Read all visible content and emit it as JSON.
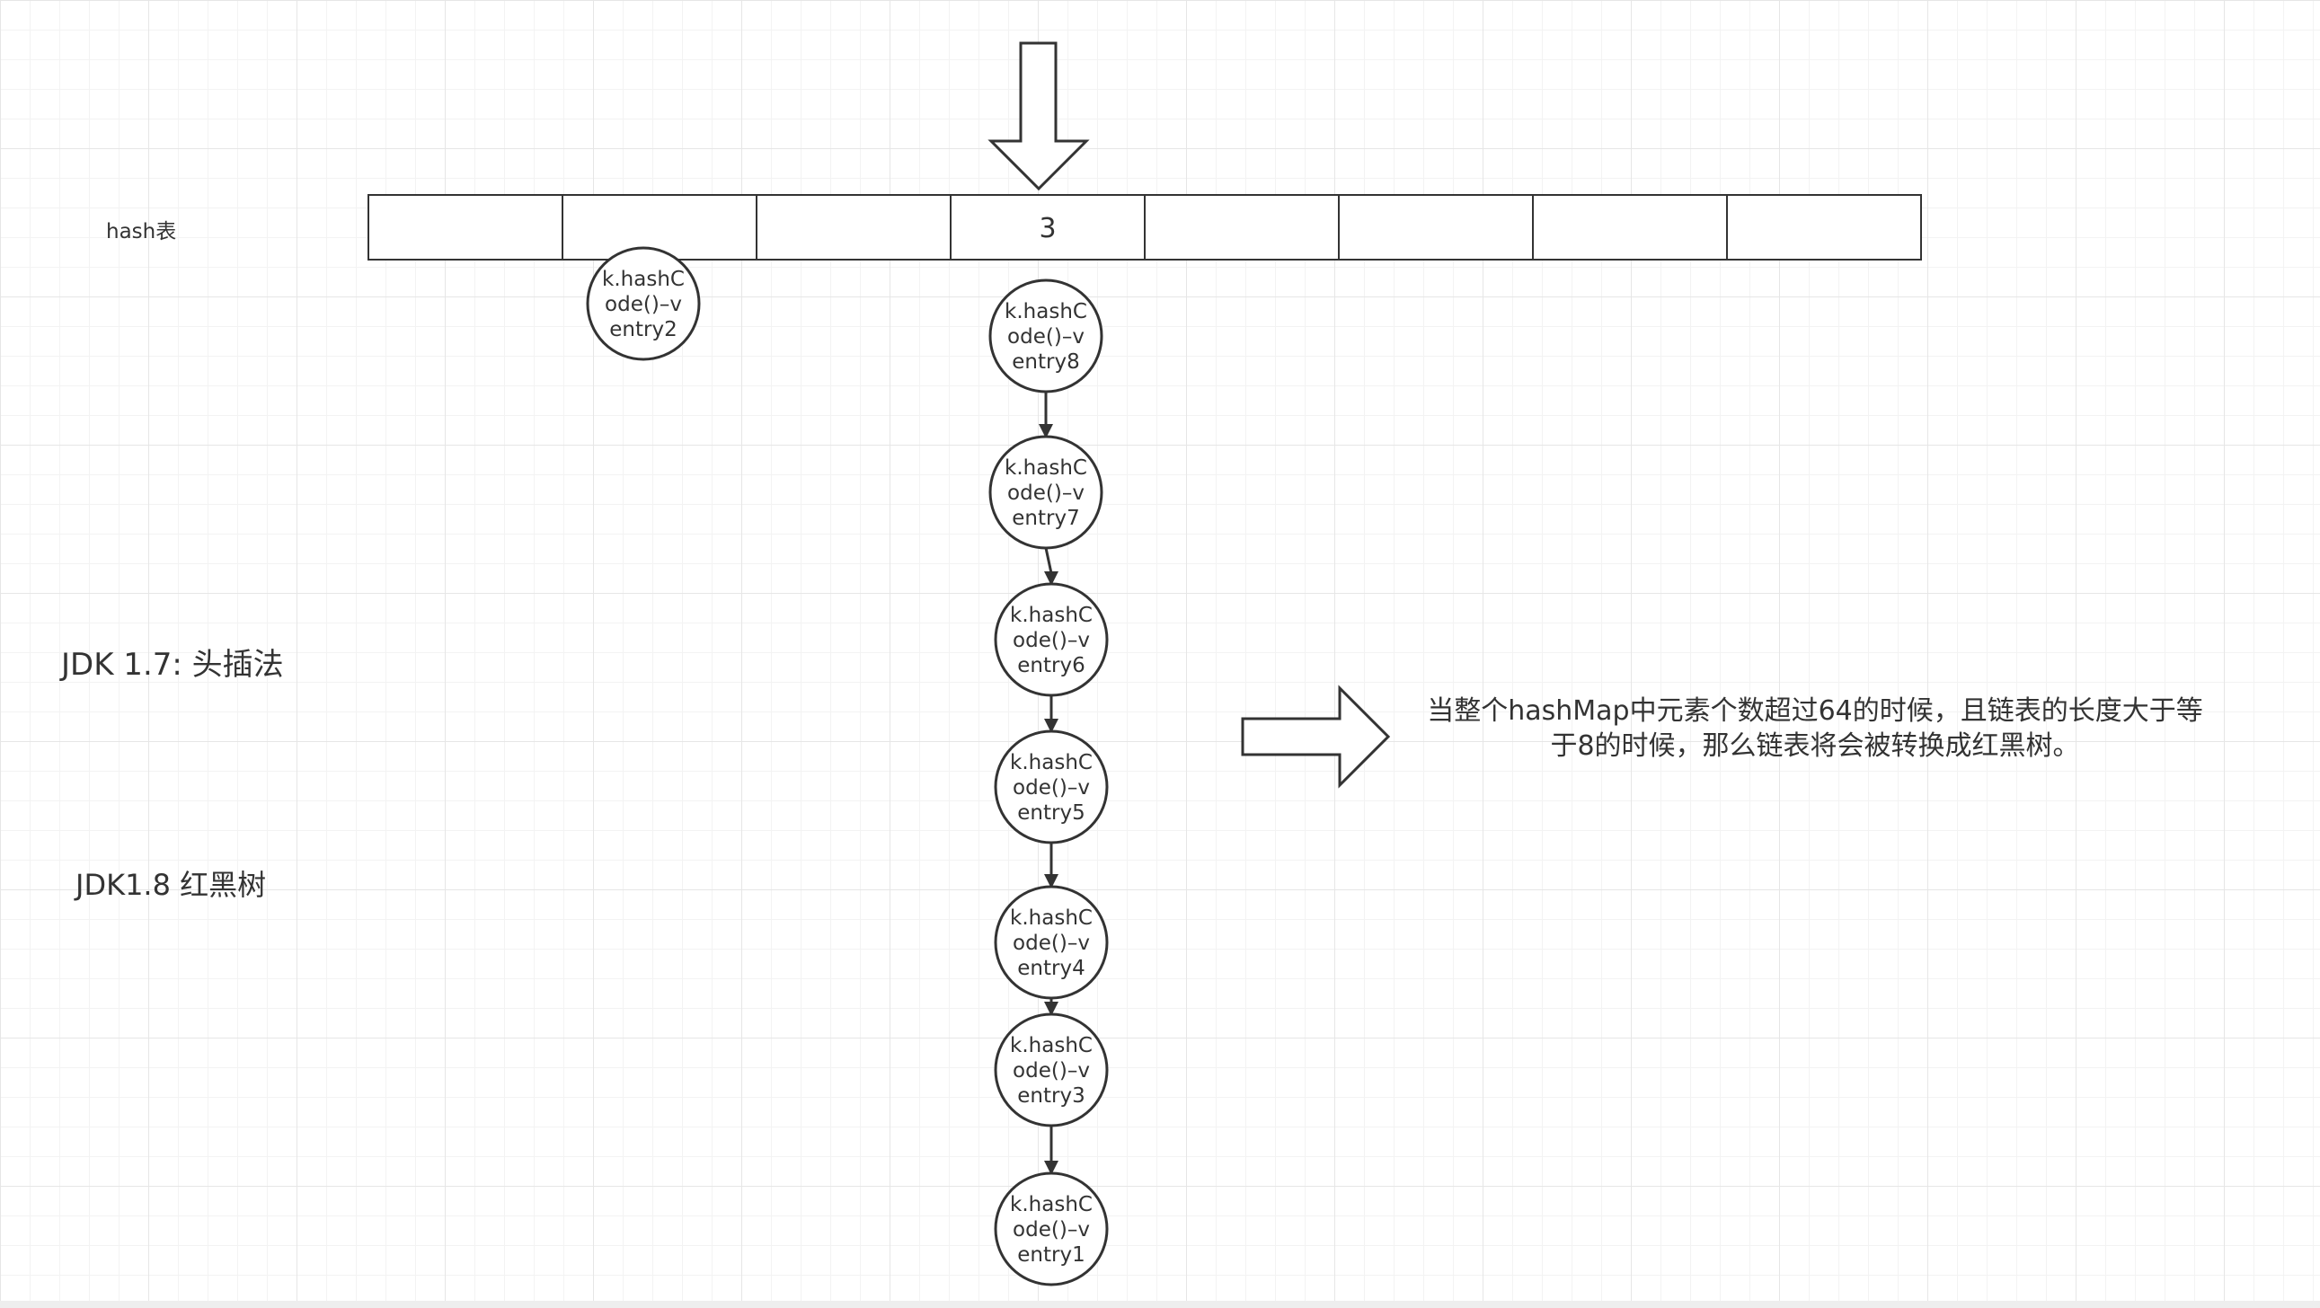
{
  "hash_table": {
    "label": "hash表",
    "slot_count": 8,
    "slots": [
      "",
      "",
      "",
      "3",
      "",
      "",
      "",
      ""
    ]
  },
  "sides": {
    "jdk17": "JDK 1.7: 头插法",
    "jdk18": "JDK1.8  红黑树"
  },
  "note": {
    "line1": "当整个hashMap中元素个数超过64的时候，且链表的长度大于等",
    "line2": "于8的时候，那么链表将会被转换成红黑树。"
  },
  "side_node": {
    "lines": [
      "k.hashC",
      "ode()–v",
      "entry2"
    ]
  },
  "chain": [
    {
      "lines": [
        "k.hashC",
        "ode()–v",
        "entry8"
      ]
    },
    {
      "lines": [
        "k.hashC",
        "ode()–v",
        "entry7"
      ]
    },
    {
      "lines": [
        "k.hashC",
        "ode()–v",
        "entry6"
      ]
    },
    {
      "lines": [
        "k.hashC",
        "ode()–v",
        "entry5"
      ]
    },
    {
      "lines": [
        "k.hashC",
        "ode()–v",
        "entry4"
      ]
    },
    {
      "lines": [
        "k.hashC",
        "ode()–v",
        "entry3"
      ]
    },
    {
      "lines": [
        "k.hashC",
        "ode()–v",
        "entry1"
      ]
    }
  ],
  "colors": {
    "stroke": "#333333",
    "grid": "#e6e6e6",
    "background": "#ffffff"
  }
}
